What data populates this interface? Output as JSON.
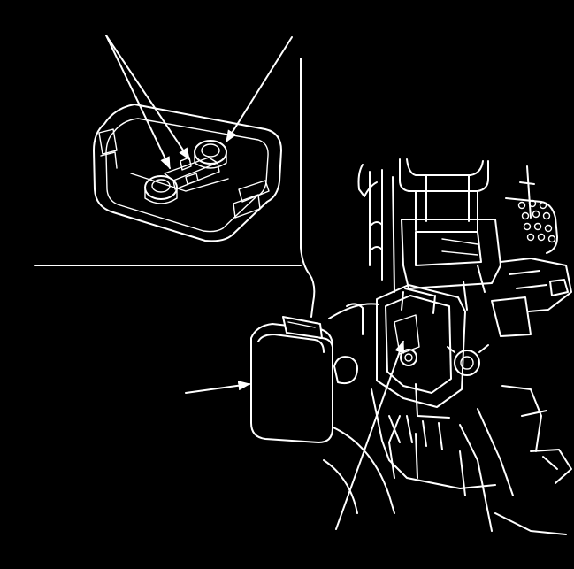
{
  "figure": {
    "background": "#000000",
    "line_color": "#ffffff"
  },
  "callouts": [
    {
      "name": "terminal-arrow-left-a",
      "icon": "arrow"
    },
    {
      "name": "terminal-arrow-left-b",
      "icon": "arrow"
    },
    {
      "name": "terminal-arrow-right",
      "icon": "arrow"
    },
    {
      "name": "cover-arrow",
      "icon": "arrow"
    },
    {
      "name": "connector-arrow",
      "icon": "arrow"
    }
  ]
}
